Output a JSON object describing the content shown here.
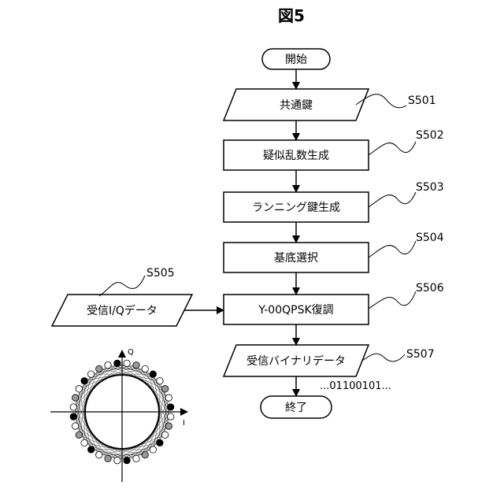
{
  "figure_title": "図5",
  "flow": {
    "start": "開始",
    "shared_key": "共通鍵",
    "prng": "疑似乱数生成",
    "running_key": "ランニング鍵生成",
    "basis_select": "基底選択",
    "demod": "Y-00QPSK復調",
    "rx_iq": "受信I/Qデータ",
    "rx_binary": "受信バイナリデータ",
    "bitstream": "...01100101...",
    "end": "終了"
  },
  "steps": {
    "s501": "S501",
    "s502": "S502",
    "s503": "S503",
    "s504": "S504",
    "s505": "S505",
    "s506": "S506",
    "s507": "S507"
  },
  "constellation": {
    "axis_q": "Q",
    "axis_i": "I",
    "point_count": 32
  }
}
